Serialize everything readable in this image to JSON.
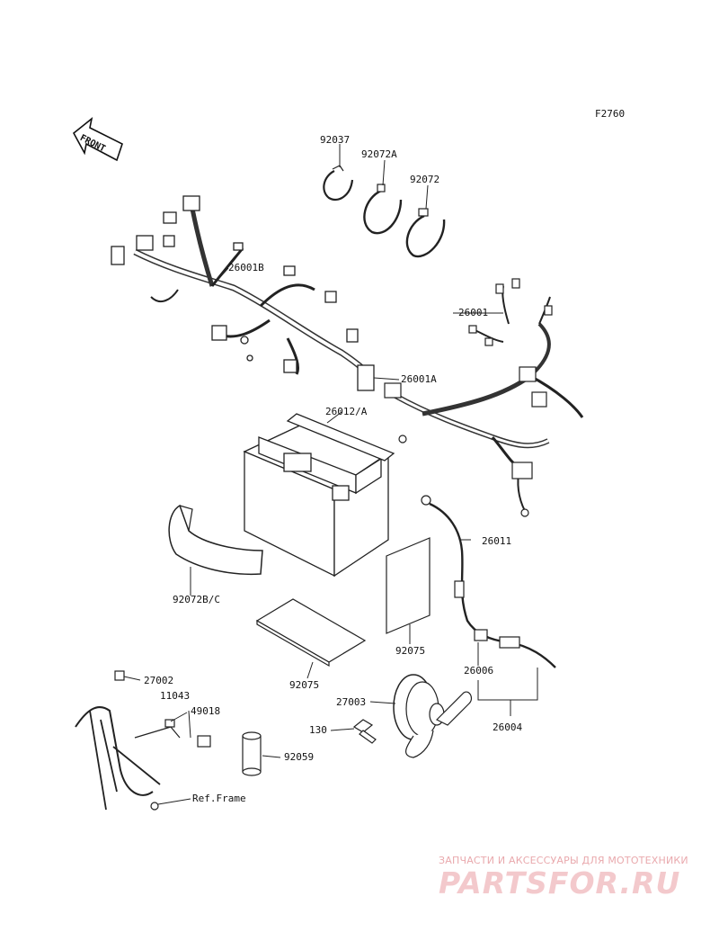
{
  "figure_code": "F2760",
  "front_label": "FRONT",
  "parts": [
    {
      "id": "p-92037",
      "label": "92037"
    },
    {
      "id": "p-92072a",
      "label": "92072A"
    },
    {
      "id": "p-92072",
      "label": "92072"
    },
    {
      "id": "p-26001b",
      "label": "26001B"
    },
    {
      "id": "p-26001",
      "label": "26001"
    },
    {
      "id": "p-26001a",
      "label": "26001A"
    },
    {
      "id": "p-26012a",
      "label": "26012/A"
    },
    {
      "id": "p-26011",
      "label": "26011"
    },
    {
      "id": "p-92072bc",
      "label": "92072B/C"
    },
    {
      "id": "p-92075-right",
      "label": "92075"
    },
    {
      "id": "p-92075-left",
      "label": "92075"
    },
    {
      "id": "p-26006",
      "label": "26006"
    },
    {
      "id": "p-27002",
      "label": "27002"
    },
    {
      "id": "p-11043",
      "label": "11043"
    },
    {
      "id": "p-49018",
      "label": "49018"
    },
    {
      "id": "p-27003",
      "label": "27003"
    },
    {
      "id": "p-26004",
      "label": "26004"
    },
    {
      "id": "p-130",
      "label": "130"
    },
    {
      "id": "p-92059",
      "label": "92059"
    },
    {
      "id": "p-ref-frame",
      "label": "Ref.Frame"
    }
  ],
  "watermark": {
    "tagline": "ЗАПЧАСТИ И АКСЕССУАРЫ ДЛЯ МОТОТЕХНИКИ",
    "logo": "PARTSFOR.RU"
  }
}
